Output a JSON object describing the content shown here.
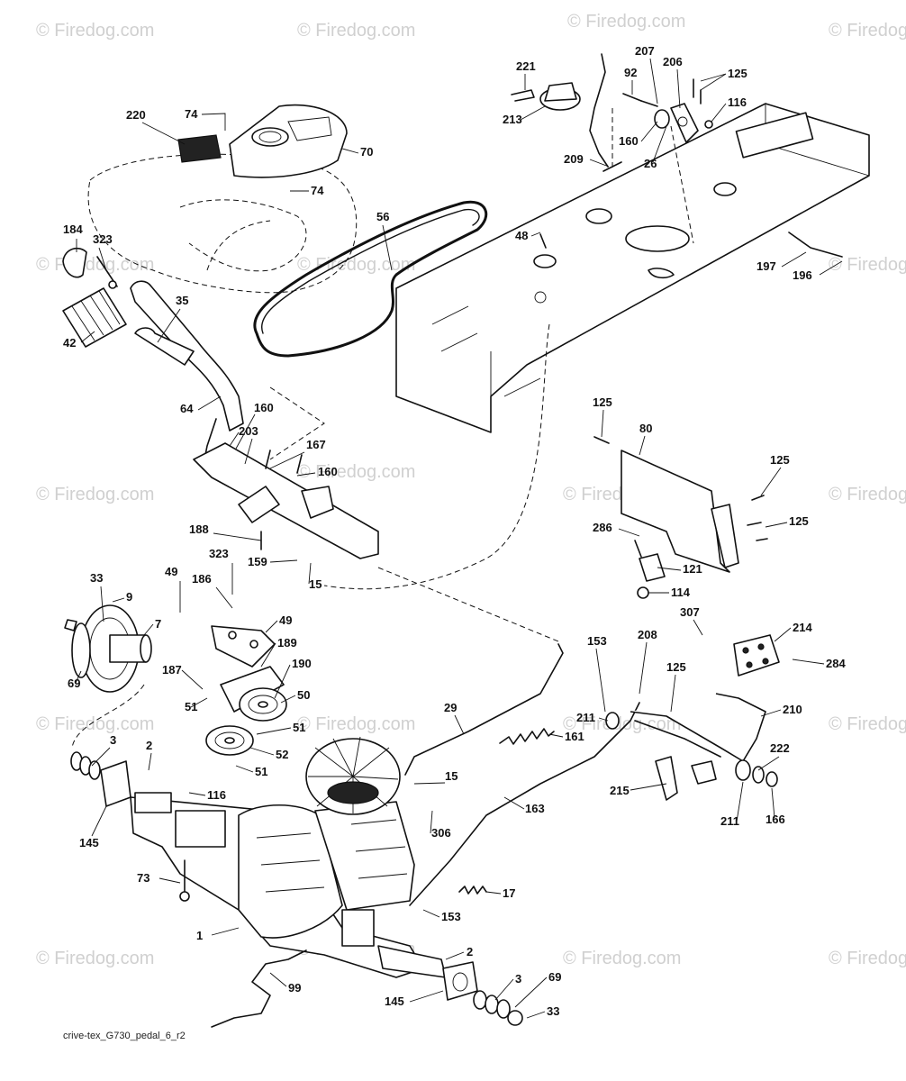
{
  "watermark": "© Firedog.com",
  "drawing_code": "crive-tex_G730_pedal_6_r2",
  "callouts": [
    "220",
    "74",
    "70",
    "74",
    "184",
    "323",
    "42",
    "35",
    "56",
    "221",
    "213",
    "92",
    "207",
    "206",
    "125",
    "116",
    "160",
    "26",
    "209",
    "48",
    "197",
    "196",
    "64",
    "160",
    "203",
    "167",
    "160",
    "188",
    "159",
    "15",
    "323",
    "49",
    "186",
    "49",
    "189",
    "33",
    "9",
    "7",
    "69",
    "187",
    "190",
    "50",
    "51",
    "51",
    "52",
    "51",
    "3",
    "2",
    "145",
    "116",
    "73",
    "1",
    "99",
    "2",
    "145",
    "3",
    "69",
    "33",
    "29",
    "161",
    "15",
    "306",
    "163",
    "17",
    "153",
    "153",
    "208",
    "125",
    "211",
    "211",
    "215",
    "210",
    "222",
    "166",
    "307",
    "214",
    "284",
    "125",
    "80",
    "125",
    "125",
    "286",
    "121",
    "114"
  ],
  "colors": {
    "line": "#111111",
    "watermark": "#d0d0d0",
    "background": "#ffffff"
  }
}
